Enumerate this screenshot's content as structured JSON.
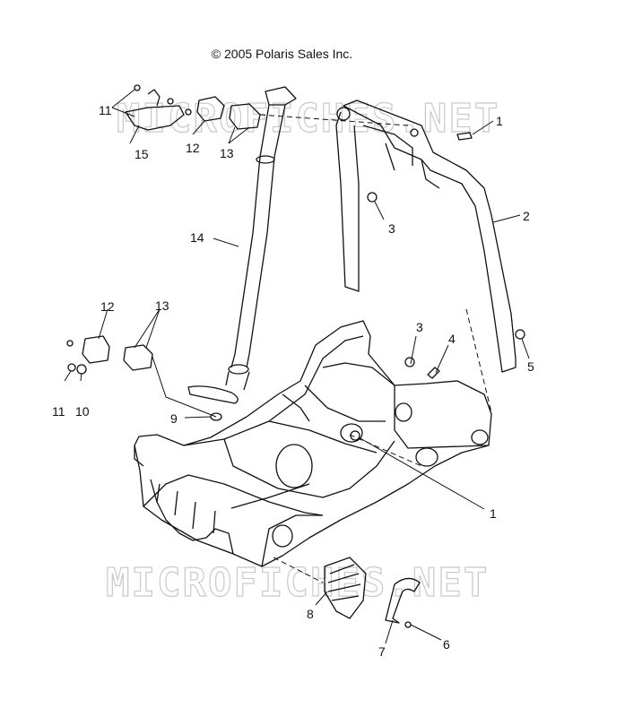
{
  "copyright": "© 2005 Polaris Sales Inc.",
  "watermark": "MICROFICHES.NET",
  "callouts": {
    "c1_top": "1",
    "c1_mid": "1",
    "c2": "2",
    "c3_top": "3",
    "c3_mid": "3",
    "c4": "4",
    "c5": "5",
    "c6": "6",
    "c7": "7",
    "c8": "8",
    "c9": "9",
    "c10": "10",
    "c11_top": "11",
    "c11_left": "11",
    "c12_top": "12",
    "c12_left": "12",
    "c13_top": "13",
    "c13_left": "13",
    "c14": "14",
    "c15": "15"
  },
  "colors": {
    "line": "#111111",
    "watermark": "#c9c9c9",
    "background": "#ffffff"
  }
}
